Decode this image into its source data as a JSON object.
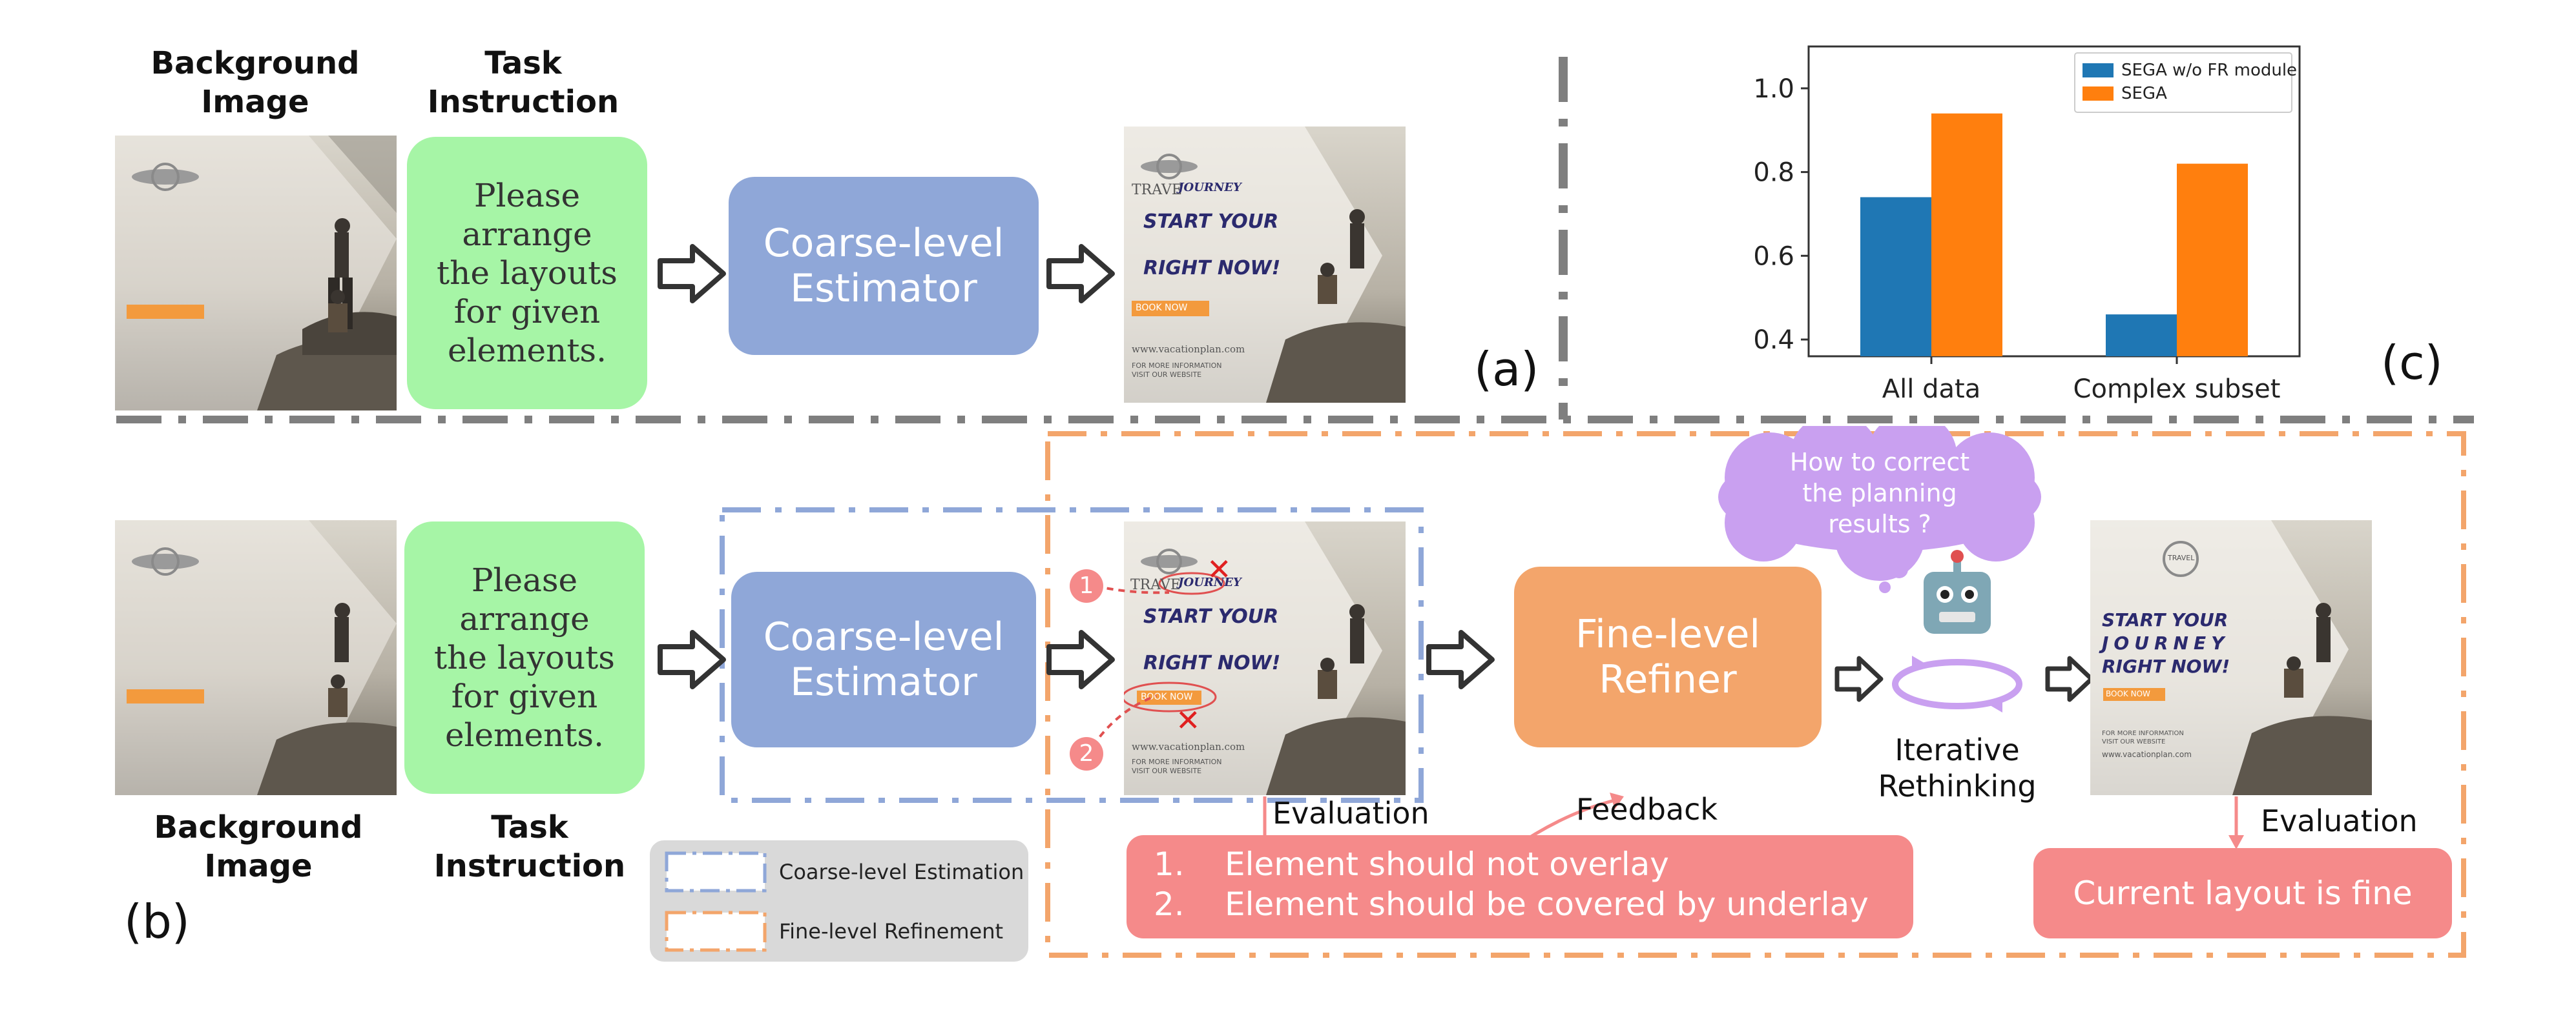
{
  "panel_a": {
    "label": "(a)",
    "header_bg": "Background\nImage",
    "header_task": "Task\nInstruction",
    "instruction": "Please\narrange\nthe layouts\nfor given\nelements.",
    "estimator": "Coarse-level\nEstimator",
    "poster": {
      "brand": "TRAVE",
      "brand2": "JOURNEY",
      "line1": "START YOUR",
      "line2": "RIGHT NOW!",
      "button": "BOOK NOW",
      "url": "www.vacationplan.com",
      "small": "FOR MORE INFORMATION\nVISIT OUR WEBSITE"
    }
  },
  "panel_b": {
    "label": "(b)",
    "header_bg": "Background\nImage",
    "header_task": "Task\nInstruction",
    "instruction": "Please\narrange\nthe layouts\nfor given\nelements.",
    "estimator": "Coarse-level\nEstimator",
    "refiner": "Fine-level\nRefiner",
    "cloud_text": "How to correct\nthe planning\nresults ?",
    "iterative": "Iterative\nRethinking",
    "evaluation_left": "Evaluation",
    "feedback": "Feedback",
    "evaluation_right": "Evaluation",
    "feedback_items": [
      "Element should not overlay",
      "Element should be covered by underlay"
    ],
    "feedback_numbers": [
      "1.",
      "2."
    ],
    "final_msg": "Current layout is fine",
    "marker_1": "1",
    "marker_2": "2",
    "poster_final": {
      "brand": "TRAVEL",
      "line1": "START YOUR",
      "line2": "JOURNEY",
      "line3": "RIGHT NOW!",
      "button": "BOOK NOW",
      "small": "FOR MORE INFORMATION\nVISIT OUR WEBSITE",
      "url": "www.vacationplan.com"
    },
    "legend": [
      {
        "label": "Coarse-level Estimation",
        "color": "#8fa7d8"
      },
      {
        "label": "Fine-level Refinement",
        "color": "#f3a56b"
      }
    ]
  },
  "panel_c": {
    "label": "(c)"
  },
  "colors": {
    "green": "#a6f5a6",
    "blue_box": "#8fa7d8",
    "orange_box": "#f3a56b",
    "red_box": "#f58a8a",
    "cloud": "#c9a0f0",
    "series_blue": "#1f77b4",
    "series_orange": "#ff7f0e"
  },
  "chart_data": {
    "type": "bar",
    "categories": [
      "All data",
      "Complex subset"
    ],
    "series": [
      {
        "name": "SEGA w/o FR module",
        "values": [
          0.74,
          0.46
        ],
        "color": "#1f77b4"
      },
      {
        "name": "SEGA",
        "values": [
          0.94,
          0.82
        ],
        "color": "#ff7f0e"
      }
    ],
    "ylim": [
      0.36,
      1.1
    ],
    "yticks": [
      0.4,
      0.6,
      0.8,
      1.0
    ],
    "ytick_labels": [
      "0.4",
      "0.6",
      "0.8",
      "1.0"
    ],
    "legend_position": "top-right",
    "grid": false
  }
}
